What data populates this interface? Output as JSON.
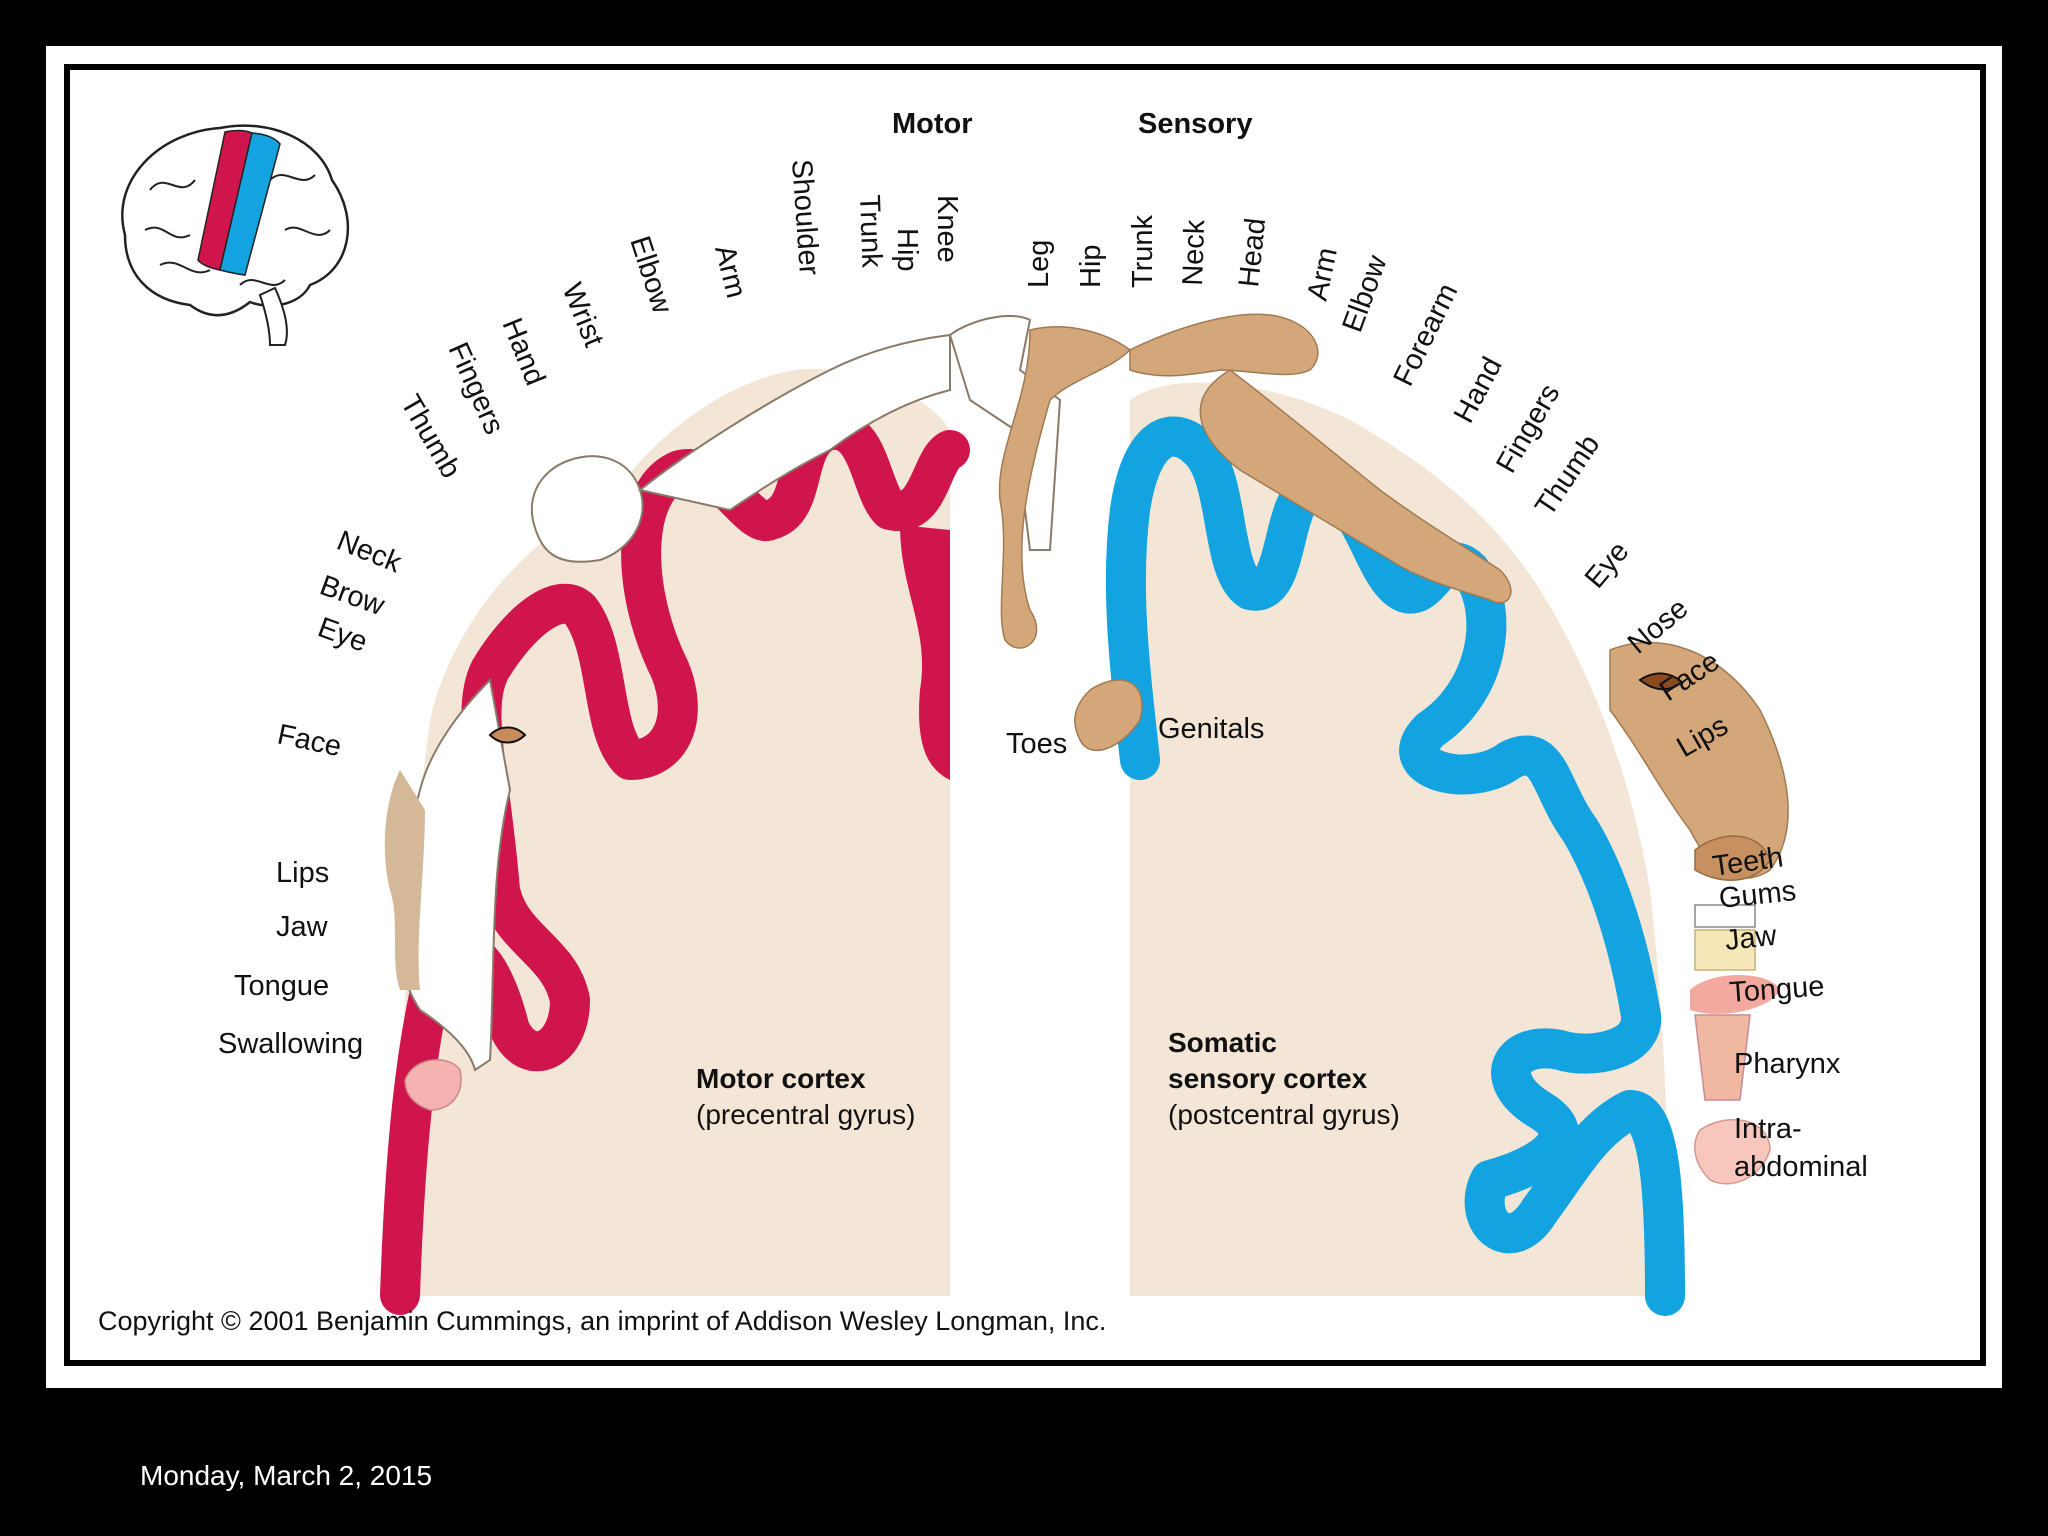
{
  "header": {
    "motor": "Motor",
    "sensory": "Sensory"
  },
  "motor_labels": [
    "Thumb",
    "Fingers",
    "Hand",
    "Wrist",
    "Elbow",
    "Arm",
    "Shoulder",
    "Trunk",
    "Hip",
    "Knee",
    "Neck",
    "Brow",
    "Eye",
    "Face",
    "Lips",
    "Jaw",
    "Tongue",
    "Swallowing",
    "Toes"
  ],
  "sensory_labels": [
    "Leg",
    "Hip",
    "Trunk",
    "Neck",
    "Head",
    "Arm",
    "Elbow",
    "Forearm",
    "Hand",
    "Fingers",
    "Thumb",
    "Eye",
    "Nose",
    "Face",
    "Lips",
    "Genitals",
    "Teeth",
    "Gums",
    "Jaw",
    "Tongue",
    "Pharynx",
    "Intra-",
    "abdominal"
  ],
  "motor_cortex": {
    "title": "Motor cortex",
    "subtitle": "(precentral gyrus)"
  },
  "sensory_cortex": {
    "title_line1": "Somatic",
    "title_line2": "sensory cortex",
    "subtitle": "(postcentral gyrus)"
  },
  "copyright": "Copyright © 2001 Benjamin Cummings, an imprint of Addison Wesley Longman, Inc.",
  "date": "Monday, March 2, 2015",
  "colors": {
    "motor": "#d0144c",
    "sensory": "#12a3e0",
    "tissue": "#f3e6d6",
    "homunculus": "#d4a77a"
  }
}
